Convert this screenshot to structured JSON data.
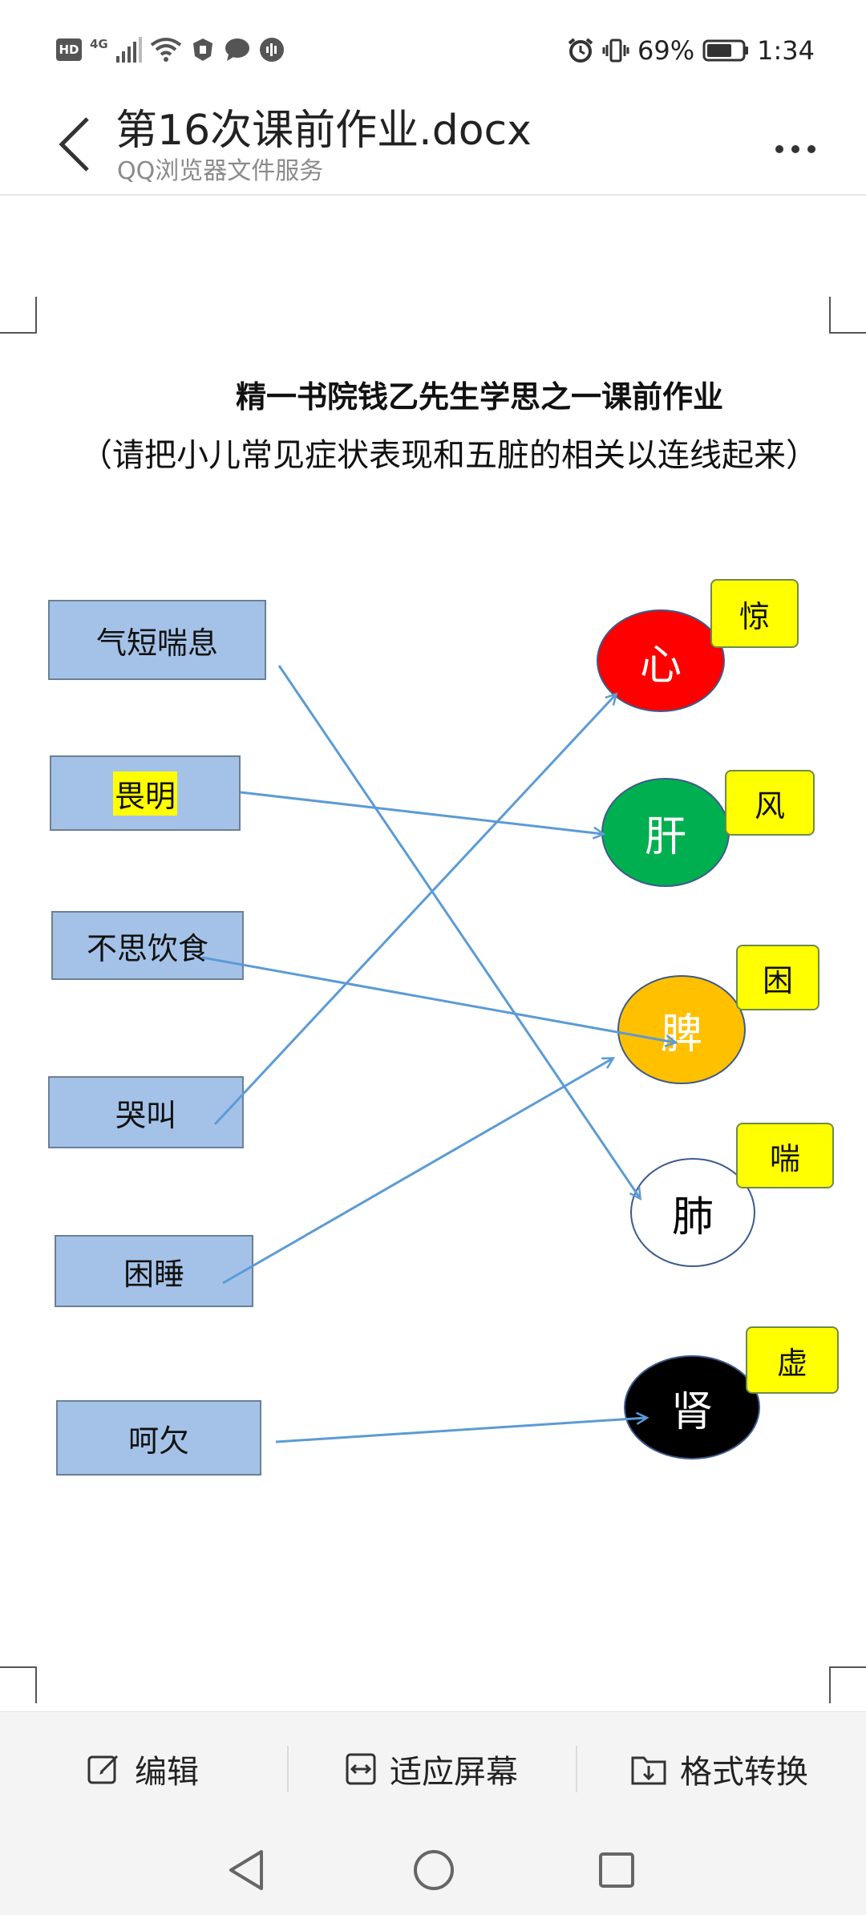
{
  "status": {
    "battery": "69%",
    "time": "1:34",
    "network_label": "4G"
  },
  "header": {
    "title": "第16次课前作业.docx",
    "subtitle": "QQ浏览器文件服务"
  },
  "document": {
    "heading": "精一书院钱乙先生学思之一课前作业",
    "instruction": "（请把小儿常见症状表现和五脏的相关以连线起来）",
    "symptoms": [
      {
        "label": "气短喘息"
      },
      {
        "label": "畏明",
        "highlight": true
      },
      {
        "label": "不思饮食"
      },
      {
        "label": "哭叫"
      },
      {
        "label": "困睡"
      },
      {
        "label": "呵欠"
      }
    ],
    "organs": [
      {
        "label": "心",
        "color": "#ff0000",
        "text_color": "#ffffff",
        "tag": "惊"
      },
      {
        "label": "肝",
        "color": "#00b050",
        "text_color": "#ffffff",
        "tag": "风"
      },
      {
        "label": "脾",
        "color": "#ffc000",
        "text_color": "#ffffff",
        "tag": "困"
      },
      {
        "label": "肺",
        "color": "#ffffff",
        "text_color": "#000000",
        "tag": "喘"
      },
      {
        "label": "肾",
        "color": "#000000",
        "text_color": "#ffffff",
        "tag": "虚"
      }
    ],
    "arrow_color": "#5b9bd5"
  },
  "toolbar": {
    "edit": "编辑",
    "fit": "适应屏幕",
    "convert": "格式转换"
  }
}
